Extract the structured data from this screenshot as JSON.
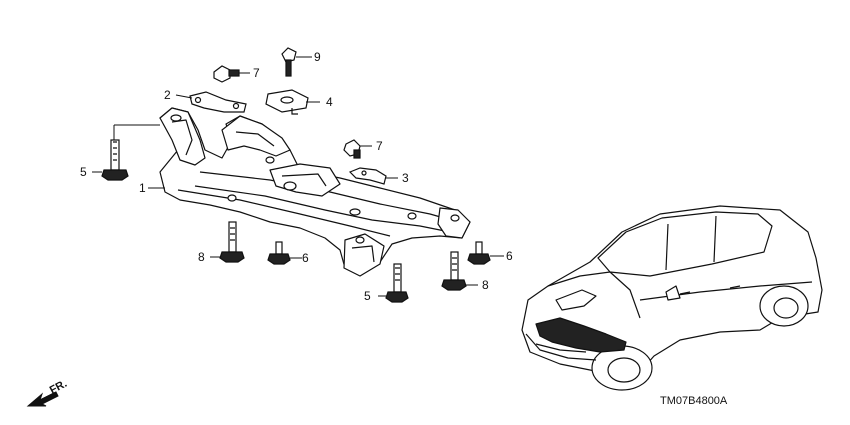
{
  "callouts": [
    {
      "num": "1"
    },
    {
      "num": "2"
    },
    {
      "num": "3"
    },
    {
      "num": "4"
    },
    {
      "num": "5"
    },
    {
      "num": "5"
    },
    {
      "num": "6"
    },
    {
      "num": "6"
    },
    {
      "num": "7"
    },
    {
      "num": "7"
    },
    {
      "num": "8"
    },
    {
      "num": "8"
    },
    {
      "num": "9"
    }
  ],
  "direction_label": "FR.",
  "diagram_code": "TM07B4800A",
  "colors": {
    "line": "#111111",
    "part_fill": "#ffffff",
    "shadow": "#222222"
  }
}
